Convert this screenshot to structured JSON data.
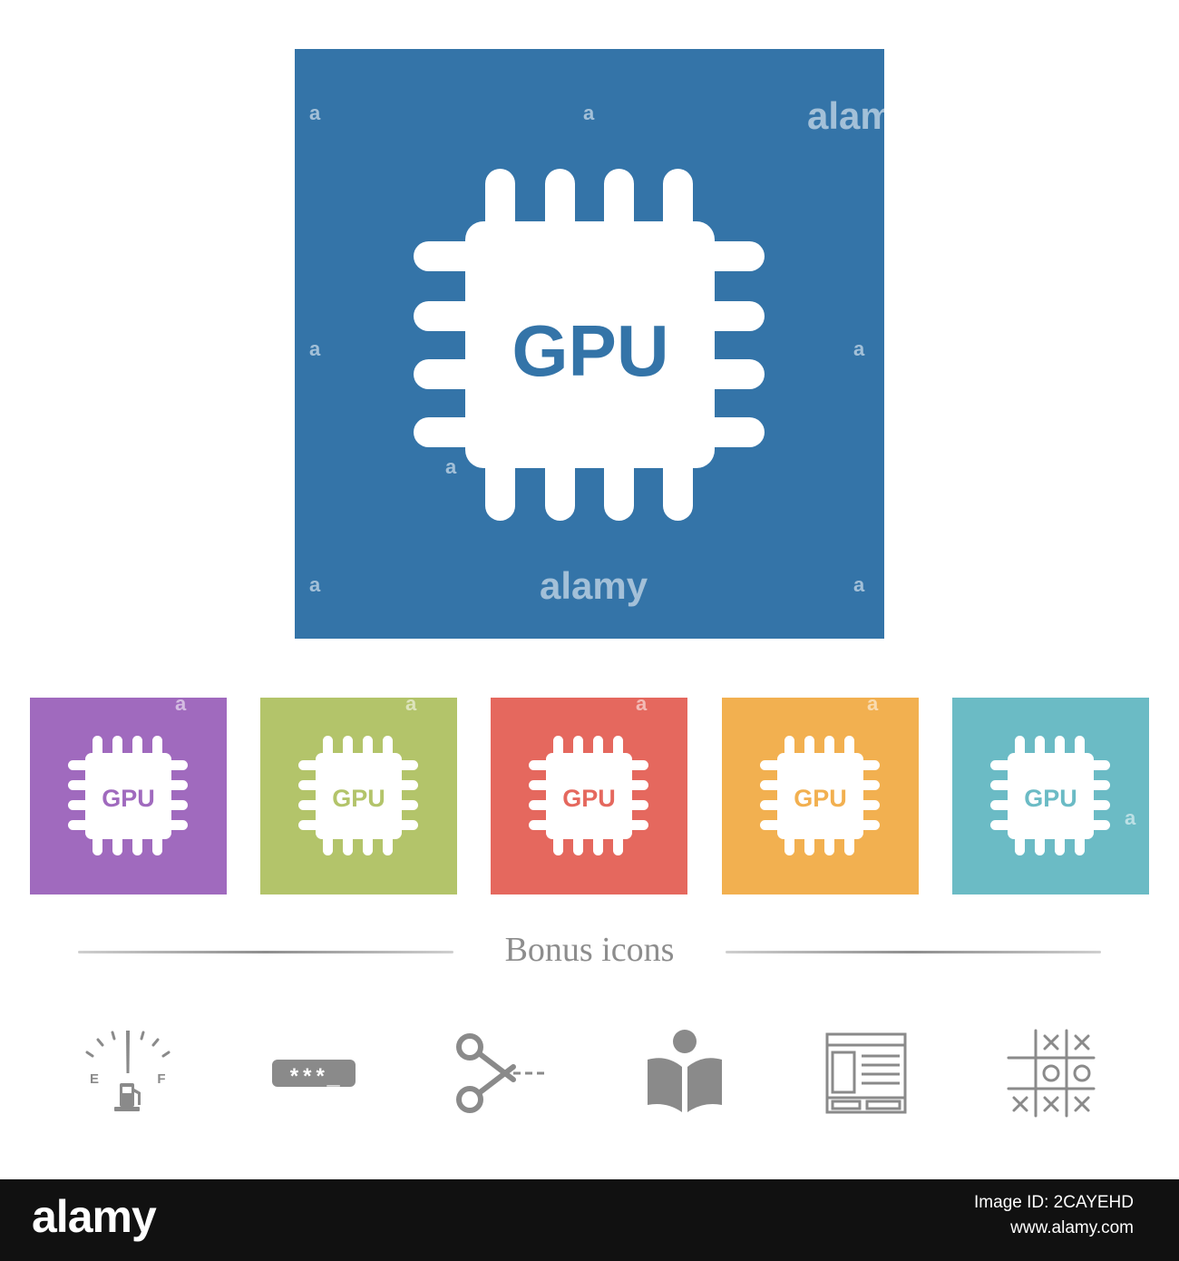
{
  "main_icon": {
    "label": "GPU",
    "background": "#3474a8",
    "foreground": "#ffffff"
  },
  "variants": [
    {
      "label": "GPU",
      "background": "#a06abe",
      "text_color": "#a06abe"
    },
    {
      "label": "GPU",
      "background": "#b3c46a",
      "text_color": "#b3c46a"
    },
    {
      "label": "GPU",
      "background": "#e5685e",
      "text_color": "#e5685e"
    },
    {
      "label": "GPU",
      "background": "#f2b050",
      "text_color": "#f2b050"
    },
    {
      "label": "GPU",
      "background": "#6bbbc5",
      "text_color": "#6bbbc5"
    }
  ],
  "watermark": {
    "brand": "alamy",
    "partial": "alam",
    "letter": "a"
  },
  "bonus": {
    "label": "Bonus icons",
    "icons": [
      {
        "name": "fuel-gauge-icon",
        "empty_label": "E",
        "full_label": "F"
      },
      {
        "name": "password-field-icon",
        "text": "***_"
      },
      {
        "name": "scissors-cut-line-icon"
      },
      {
        "name": "reading-person-icon"
      },
      {
        "name": "web-page-layout-icon"
      },
      {
        "name": "tic-tac-toe-icon"
      }
    ],
    "icon_color": "#8a8a8a"
  },
  "footer": {
    "logo": "alamy",
    "image_id_line": "Image ID: 2CAYEHD",
    "site": "www.alamy.com"
  }
}
